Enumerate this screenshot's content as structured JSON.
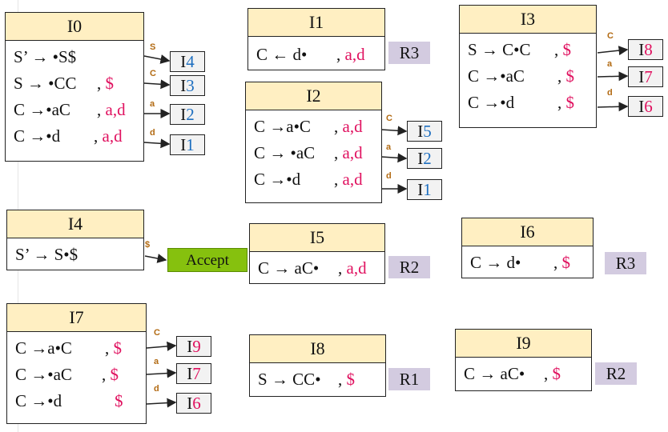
{
  "states": {
    "I0": {
      "title": "I0",
      "items": [
        {
          "prod": "S’ → •S$",
          "la": ""
        },
        {
          "prod": "S → •CC",
          "la": "$"
        },
        {
          "prod": "C →•aC",
          "la": "a,d"
        },
        {
          "prod": "C →•d",
          "la": "a,d"
        }
      ]
    },
    "I1": {
      "title": "I1",
      "items": [
        {
          "prod": "C ← d•",
          "la": "a,d"
        }
      ],
      "reduce": "R3"
    },
    "I2": {
      "title": "I2",
      "items": [
        {
          "prod": "C →a•C",
          "la": "a,d"
        },
        {
          "prod": "C → •aC",
          "la": "a,d"
        },
        {
          "prod": "C →•d",
          "la": "a,d"
        }
      ]
    },
    "I3": {
      "title": "I3",
      "items": [
        {
          "prod": "S → C•C",
          "la": "$"
        },
        {
          "prod": "C →•aC",
          "la": "$"
        },
        {
          "prod": "C →•d",
          "la": "$"
        }
      ]
    },
    "I4": {
      "title": "I4",
      "items": [
        {
          "prod": "S’ → S•$",
          "la": ""
        }
      ]
    },
    "I5": {
      "title": "I5",
      "items": [
        {
          "prod": "C → aC•",
          "la": "a,d"
        }
      ],
      "reduce": "R2"
    },
    "I6": {
      "title": "I6",
      "items": [
        {
          "prod": "C → d•",
          "la": "$"
        }
      ],
      "reduce": "R3"
    },
    "I7": {
      "title": "I7",
      "items": [
        {
          "prod": "C →a•C",
          "la": "$"
        },
        {
          "prod": "C →•aC",
          "la": "$"
        },
        {
          "prod": "C →•d",
          "la": "$"
        }
      ]
    },
    "I8": {
      "title": "I8",
      "items": [
        {
          "prod": "S → CC•",
          "la": "$"
        }
      ],
      "reduce": "R1"
    },
    "I9": {
      "title": "I9",
      "items": [
        {
          "prod": "C → aC•",
          "la": "$"
        }
      ],
      "reduce": "R2"
    }
  },
  "transitions": [
    {
      "from": "I0",
      "symbol": "S",
      "to_letter": "I",
      "to_num": "4"
    },
    {
      "from": "I0",
      "symbol": "C",
      "to_letter": "I",
      "to_num": "3"
    },
    {
      "from": "I0",
      "symbol": "a",
      "to_letter": "I",
      "to_num": "2"
    },
    {
      "from": "I0",
      "symbol": "d",
      "to_letter": "I",
      "to_num": "1"
    },
    {
      "from": "I2",
      "symbol": "C",
      "to_letter": "I",
      "to_num": "5"
    },
    {
      "from": "I2",
      "symbol": "a",
      "to_letter": "I",
      "to_num": "2"
    },
    {
      "from": "I2",
      "symbol": "d",
      "to_letter": "I",
      "to_num": "1"
    },
    {
      "from": "I3",
      "symbol": "C",
      "to_letter": "I",
      "to_num": "8"
    },
    {
      "from": "I3",
      "symbol": "a",
      "to_letter": "I",
      "to_num": "7"
    },
    {
      "from": "I3",
      "symbol": "d",
      "to_letter": "I",
      "to_num": "6"
    },
    {
      "from": "I4",
      "symbol": "$",
      "to_label": "Accept"
    },
    {
      "from": "I7",
      "symbol": "C",
      "to_letter": "I",
      "to_num": "9"
    },
    {
      "from": "I7",
      "symbol": "a",
      "to_letter": "I",
      "to_num": "7"
    },
    {
      "from": "I7",
      "symbol": "d",
      "to_letter": "I",
      "to_num": "6"
    }
  ],
  "colors": {
    "header": "#ffefc2",
    "lookahead": "#e0115f",
    "num_blue": "#1e6fc0",
    "num_pink": "#e0115f",
    "reduce_bg": "#d3cbe0",
    "accept_bg": "#86c10e",
    "edge_label": "#b26a12"
  }
}
